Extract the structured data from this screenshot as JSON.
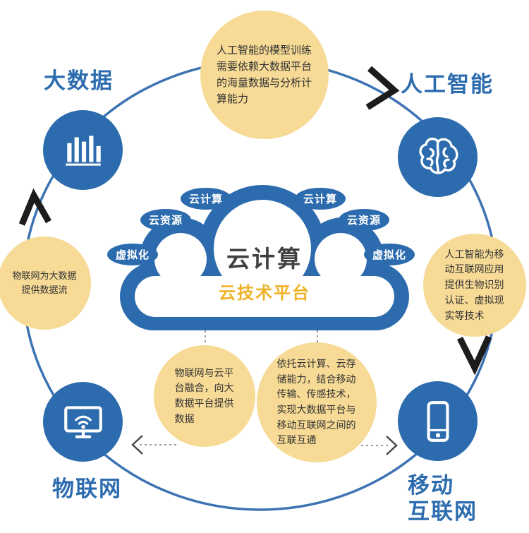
{
  "cloud": {
    "title": "云计算",
    "subtitle": "云技术平台",
    "badges_left": [
      "云计算",
      "云资源",
      "虚拟化"
    ],
    "badges_right": [
      "云计算",
      "云资源",
      "虚拟化"
    ]
  },
  "nodes": {
    "big_data": {
      "label": "大数据",
      "icon": "bar-chart-icon"
    },
    "ai": {
      "label": "人工智能",
      "icon": "brain-icon"
    },
    "iot": {
      "label": "物联网",
      "icon": "monitor-wifi-icon"
    },
    "mobile": {
      "label_line1": "移动",
      "label_line2": "互联网",
      "icon": "smartphone-icon"
    }
  },
  "notes": {
    "top": "人工智能的模型训练需要依赖大数据平台的海量数据与分析计算能力",
    "left": "物联网为大数据提供数据流",
    "right": "人工智能为移动互联网应用提供生物识别认证、虚拟现实等技术",
    "bottom_left": "物联网与云平台融合，向大数据平台提供数据",
    "bottom_right": "依托云计算、云存储能力，结合移动传输、传感技术，实现大数据平台与移动互联网之间的互联互通"
  },
  "colors": {
    "brand_blue": "#2c6cae",
    "ring_blue": "#3d73b3",
    "note_yellow": "#f6da95",
    "subtitle_gold": "#eeb227",
    "arrow_black": "#1c1c1c",
    "dash_gray": "#9a9a9a",
    "text_dark": "#333333"
  }
}
